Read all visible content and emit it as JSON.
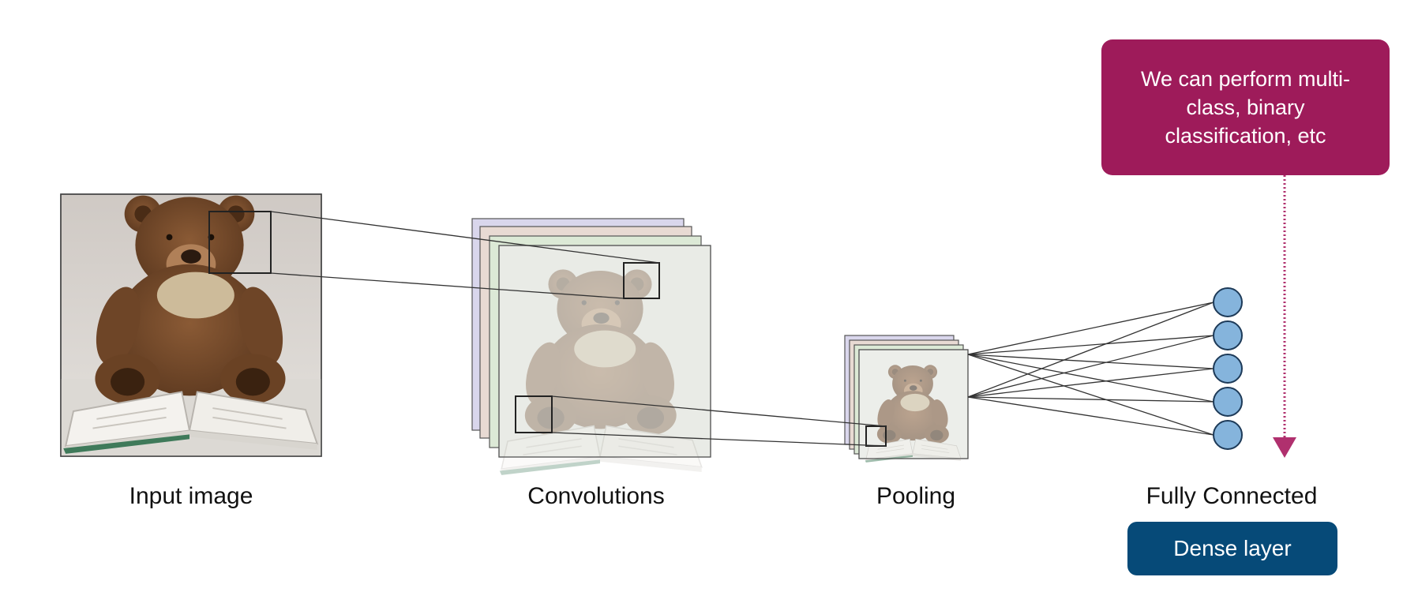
{
  "stages": {
    "input": "Input image",
    "convolutions": "Convolutions",
    "pooling": "Pooling",
    "fully_connected": "Fully Connected"
  },
  "callout": {
    "text": "We can perform multi-class, binary classification, etc"
  },
  "badge": {
    "text": "Dense layer"
  },
  "colors": {
    "callout_bg": "#9e1b5a",
    "arrow": "#b0306e",
    "badge_bg": "#064a78",
    "node_fill": "#85b4dc",
    "node_stroke": "#1d3a58",
    "line": "#333333"
  },
  "fully_connected": {
    "node_count": 5
  },
  "icons": [
    "teddy-bear-photo",
    "feature-map-stack",
    "pooled-map-stack",
    "neuron-node",
    "down-arrow-icon"
  ]
}
